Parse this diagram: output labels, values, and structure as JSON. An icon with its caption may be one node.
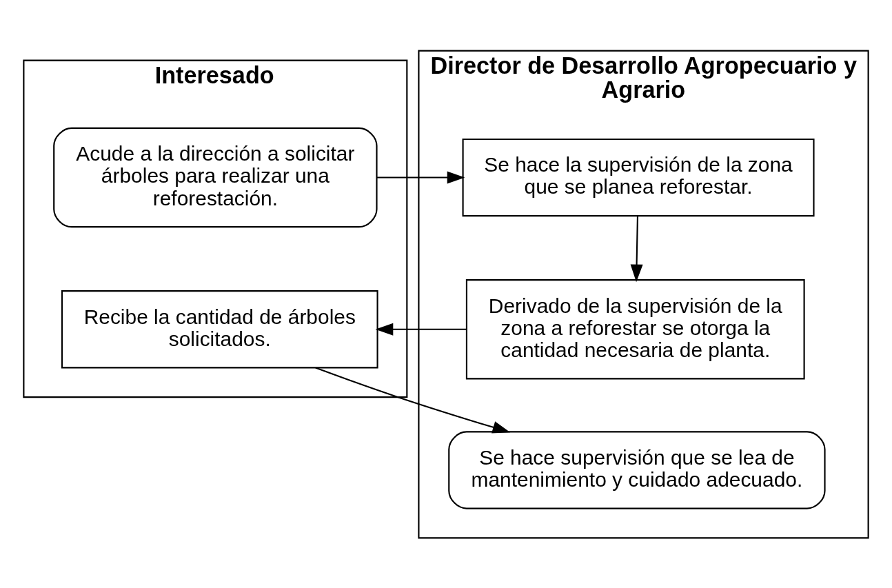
{
  "diagram": {
    "nodes": [
      {
        "text": [
          "Interesado"
        ]
      },
      {
        "text": [
          "Director de Desarrollo Agropecuario y Agrario"
        ]
      },
      {
        "text": [
          "Acude a la dirección a solicitar árboles para realizar una reforestación."
        ],
        "in": 0
      },
      {
        "text": [
          "Se hace la supervisión de la zona que se planea reforestar."
        ],
        "in": 1
      },
      {
        "text": [
          "Derivado de la supervisión de la zona a reforestar se otorga la cantidad necesaria de planta."
        ],
        "in": 1
      },
      {
        "text": [
          "Recibe la cantidad de árboles solicitados."
        ],
        "in": 0
      },
      {
        "text": [
          "Se hace supervisión que se lea de mantenimiento y cuidado adecuado."
        ],
        "in": 1
      }
    ],
    "edges": [
      {
        "from": 2,
        "to": 3,
        "arrow": "to"
      },
      {
        "from": 3,
        "to": 4,
        "arrow": "to"
      },
      {
        "from": 4,
        "to": 5,
        "arrow": "to"
      },
      {
        "from": 5,
        "to": 6,
        "arrow": "to"
      }
    ]
  }
}
